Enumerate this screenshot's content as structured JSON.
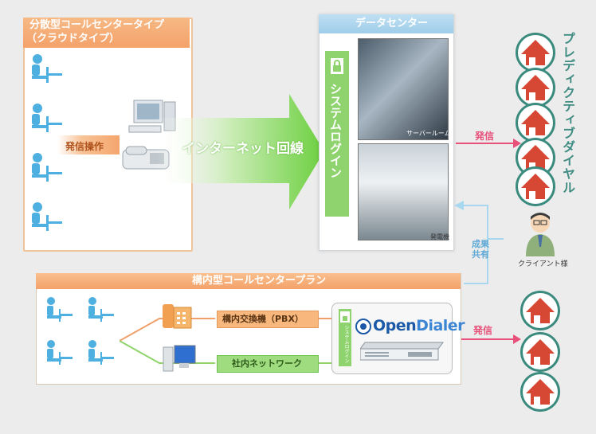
{
  "distributed": {
    "title": "分散型コールセンタータイプ",
    "subtitle": "（クラウドタイプ）",
    "operation_label": "発信操作"
  },
  "internet_label": "インターネット回線",
  "datacenter": {
    "title": "データセンター",
    "login_label": "システムログイン",
    "server_room_label": "サーバールーム",
    "generator_label": "発電機"
  },
  "send_label_top": "発信",
  "send_label_bottom": "発信",
  "results_label": "成果\n共有",
  "client_label": "クライアント様",
  "predictive_label": "プレディクティブダイヤル",
  "onsite": {
    "title": "構内型コールセンタープラン",
    "pbx_label": "構内交換機（PBX）",
    "network_label": "社内ネットワーク",
    "login_small": "システムログイン",
    "brand_open": "Open",
    "brand_dialer": "Dialer"
  },
  "colors": {
    "orange": "#f4a870",
    "green": "#8fd36a",
    "blue_panel": "#a9d4ee",
    "teal": "#3a8a7e",
    "house_red": "#d64834",
    "arrow_pink": "#e8517a",
    "arrow_blue": "#a8d8f0"
  }
}
